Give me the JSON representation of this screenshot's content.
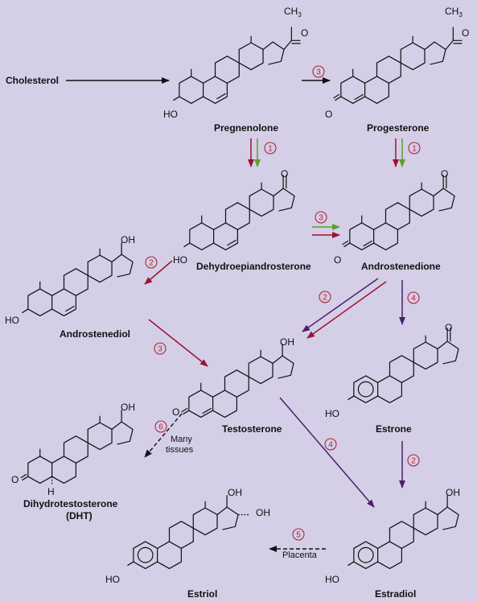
{
  "colors": {
    "background": "#d4cfe6",
    "black_arrow": "#111111",
    "crimson_arrow": "#9c1233",
    "green_arrow": "#5aa02c",
    "purple_arrow": "#4b1d6e",
    "step_circle": "#b2253a"
  },
  "labels": {
    "cholesterol": "Cholesterol",
    "pregnenolone": "Pregnenolone",
    "progesterone": "Progesterone",
    "dhea": "Dehydroepiandrosterone",
    "androstenedione": "Androstenedione",
    "androstenediol": "Androstenediol",
    "testosterone": "Testosterone",
    "estrone": "Estrone",
    "dht_line1": "Dihydrotestosterone",
    "dht_line2": "(DHT)",
    "estradiol": "Estradiol",
    "estriol": "Estriol"
  },
  "groups": {
    "ch3": "CH",
    "ch3_sub": "3",
    "carbonyl_o": "O",
    "oh": "OH",
    "ho": "HO",
    "h": "H"
  },
  "steps": {
    "s1": "1",
    "s2": "2",
    "s3": "3",
    "s4": "4",
    "s5": "5",
    "s6": "6"
  },
  "notes": {
    "many": "Many",
    "tissues": "tissues",
    "placenta": "Placenta"
  }
}
